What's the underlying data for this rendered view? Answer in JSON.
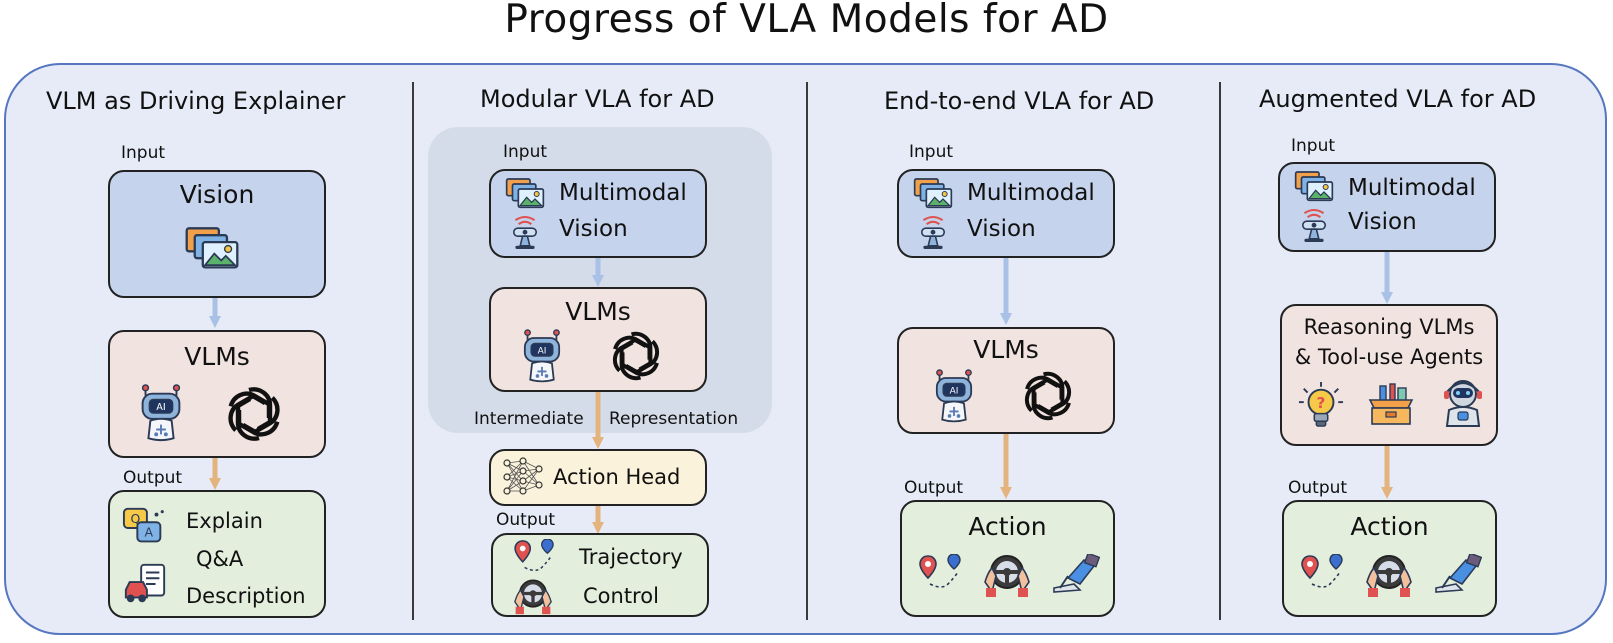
{
  "title": "Progress of VLA Models for AD",
  "columns": [
    {
      "title": "VLM as Driving Explainer",
      "input_label": "Input",
      "vision_label": "Vision",
      "vlm_label": "VLMs",
      "output_label": "Output",
      "outputs": [
        "Explain",
        "Q&A",
        "Description"
      ]
    },
    {
      "title": "Modular VLA for AD",
      "input_label": "Input",
      "vision_lines": [
        "Multimodal",
        "Vision"
      ],
      "vlm_label": "VLMs",
      "intermediate_left": "Intermediate",
      "intermediate_right": "Representation",
      "action_head_label": "Action Head",
      "output_label": "Output",
      "outputs": [
        "Trajectory",
        "Control"
      ]
    },
    {
      "title": "End-to-end VLA for AD",
      "input_label": "Input",
      "vision_lines": [
        "Multimodal",
        "Vision"
      ],
      "vlm_label": "VLMs",
      "output_label": "Output",
      "action_label": "Action"
    },
    {
      "title": "Augmented VLA for AD",
      "input_label": "Input",
      "vision_lines": [
        "Multimodal",
        "Vision"
      ],
      "reasoning_lines": [
        "Reasoning VLMs",
        "& Tool-use Agents"
      ],
      "output_label": "Output",
      "action_label": "Action"
    }
  ],
  "colors": {
    "frame_border": "#5677c0",
    "frame_fill": "#e6ebf7",
    "vision_box": "#c5d3ec",
    "vlm_box": "#f1e3e0",
    "output_box": "#e3eedd",
    "action_head_box": "#fbf2dc",
    "arrow_blue": "#a9c1e6",
    "arrow_orange": "#e3b47d"
  },
  "icons": [
    "image-stack-icon",
    "radar-sensor-icon",
    "ai-robot-icon",
    "openai-logo-icon",
    "qa-bubbles-icon",
    "car-report-icon",
    "route-pin-icon",
    "steering-wheel-icon",
    "pedal-icon",
    "neural-network-icon",
    "lightbulb-question-icon",
    "toolbox-icon",
    "robot-agent-icon"
  ]
}
